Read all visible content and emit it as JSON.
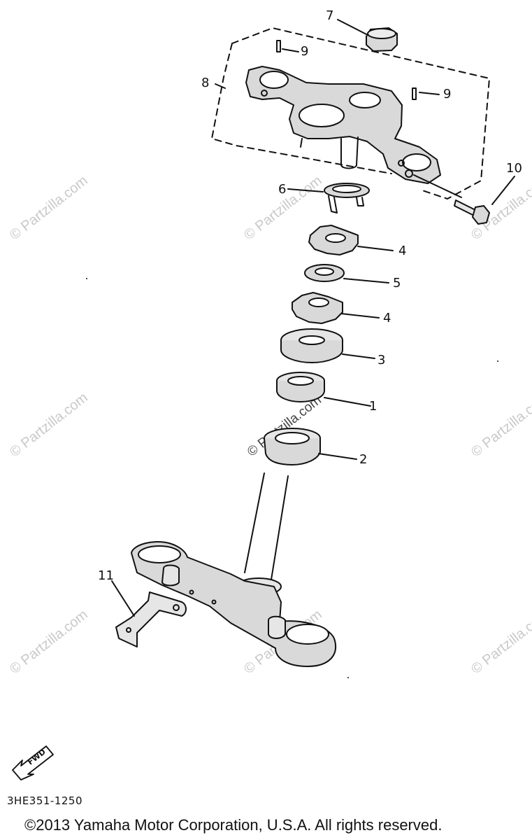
{
  "callouts": [
    {
      "id": "7",
      "label": "7"
    },
    {
      "id": "9a",
      "label": "9"
    },
    {
      "id": "8",
      "label": "8"
    },
    {
      "id": "9b",
      "label": "9"
    },
    {
      "id": "10",
      "label": "10"
    },
    {
      "id": "6",
      "label": "6"
    },
    {
      "id": "4a",
      "label": "4"
    },
    {
      "id": "5",
      "label": "5"
    },
    {
      "id": "4b",
      "label": "4"
    },
    {
      "id": "3",
      "label": "3"
    },
    {
      "id": "1",
      "label": "1"
    },
    {
      "id": "2",
      "label": "2"
    },
    {
      "id": "11",
      "label": "11"
    }
  ],
  "fwd_label": "FWD",
  "part_code": "3HE351-1250",
  "copyright": "©2013 Yamaha Motor Corporation, U.S.A. All rights reserved.",
  "watermark_text": "© Partzilla.com",
  "colors": {
    "line": "#111111",
    "watermark": "#c9c9c9",
    "part_shade": "#d9d9d9"
  }
}
